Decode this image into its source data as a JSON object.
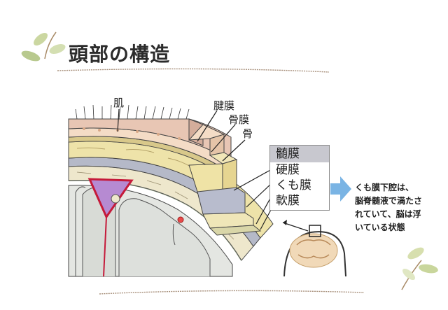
{
  "title": "頭部の構造",
  "labels": {
    "skin": "肌",
    "tendon": "腱膜",
    "periosteum": "骨膜",
    "bone": "骨"
  },
  "legend": {
    "header": "髄膜",
    "items": [
      "硬膜",
      "くも膜",
      "軟膜"
    ]
  },
  "note": [
    "くも膜下腔は、",
    "脳脊髄液で満たさ",
    "れていて、脳は浮",
    "いている状態"
  ],
  "colors": {
    "skin": "#e9c9b8",
    "tendon": "#f3dcc8",
    "periosteum": "#f1e6b8",
    "bone": "#f2e8b2",
    "dura": "#b8bccd",
    "arachnoid": "#efe6b8",
    "pia": "#d9d6a8",
    "brain": "#e7e9e6",
    "arrow": "#7ab4e4",
    "sinus": "#b68ad2"
  }
}
